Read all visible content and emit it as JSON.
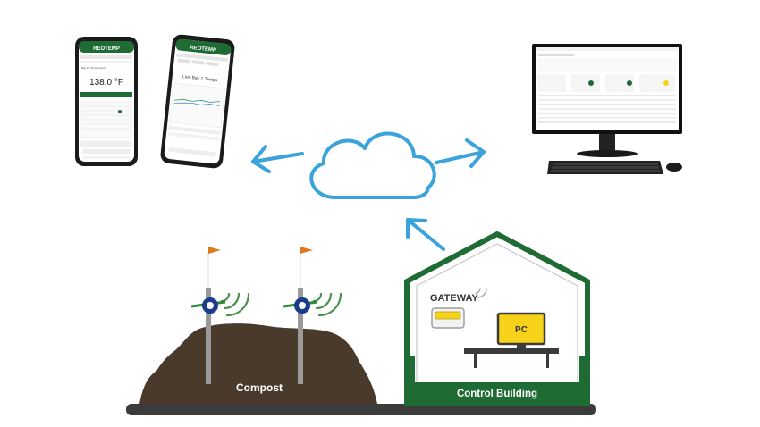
{
  "phone1": {
    "brand": "REOTEMP",
    "reading": "138.0 °F",
    "header_text": "Bay #1 Temperature"
  },
  "phone2": {
    "brand": "REOTEMP",
    "subtitle": "Live Bay 1 Temps"
  },
  "labels": {
    "gateway": "GATEWAY",
    "pc": "PC",
    "compost": "Compost",
    "control_building": "Control Building"
  },
  "colors": {
    "brand_green": "#1e6b34",
    "arrow_blue": "#3aa3dc",
    "soil_brown": "#4a3a2c",
    "pc_yellow": "#f6d21a",
    "flag_orange": "#e07a1f"
  },
  "icons": [
    "cloud-icon",
    "arrow-left-icon",
    "arrow-right-icon",
    "arrow-up-icon",
    "wifi-signal-icon",
    "flag-icon"
  ]
}
